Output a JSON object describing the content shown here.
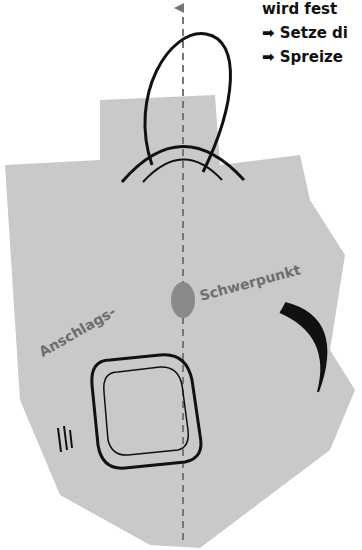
{
  "diagram": {
    "labels": [
      "wird fest",
      "➡ Setze di",
      "➡ Spreize",
      "Anschlags-",
      "Schwerpunkt"
    ]
  }
}
